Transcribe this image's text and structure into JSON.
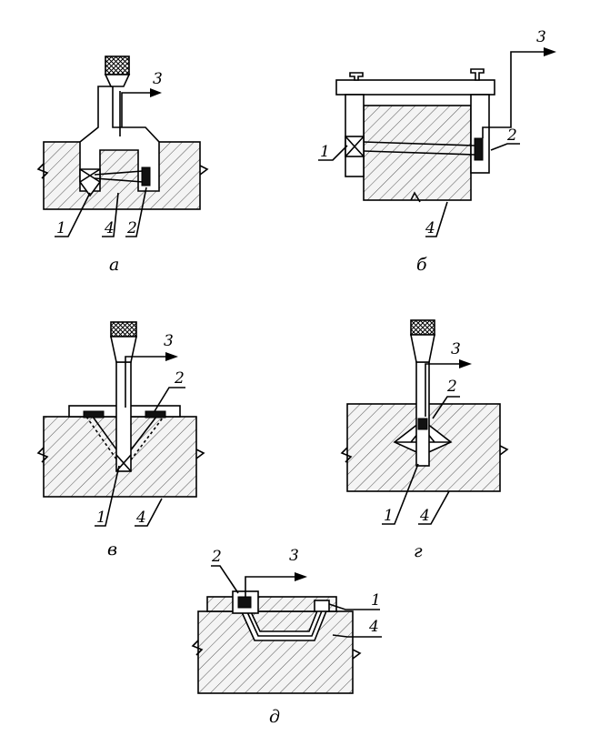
{
  "labels": {
    "item_1": "1",
    "item_2": "2",
    "item_3": "3",
    "item_4": "4"
  },
  "captions": {
    "a": "а",
    "b": "б",
    "v": "в",
    "g": "г",
    "d": "д"
  }
}
